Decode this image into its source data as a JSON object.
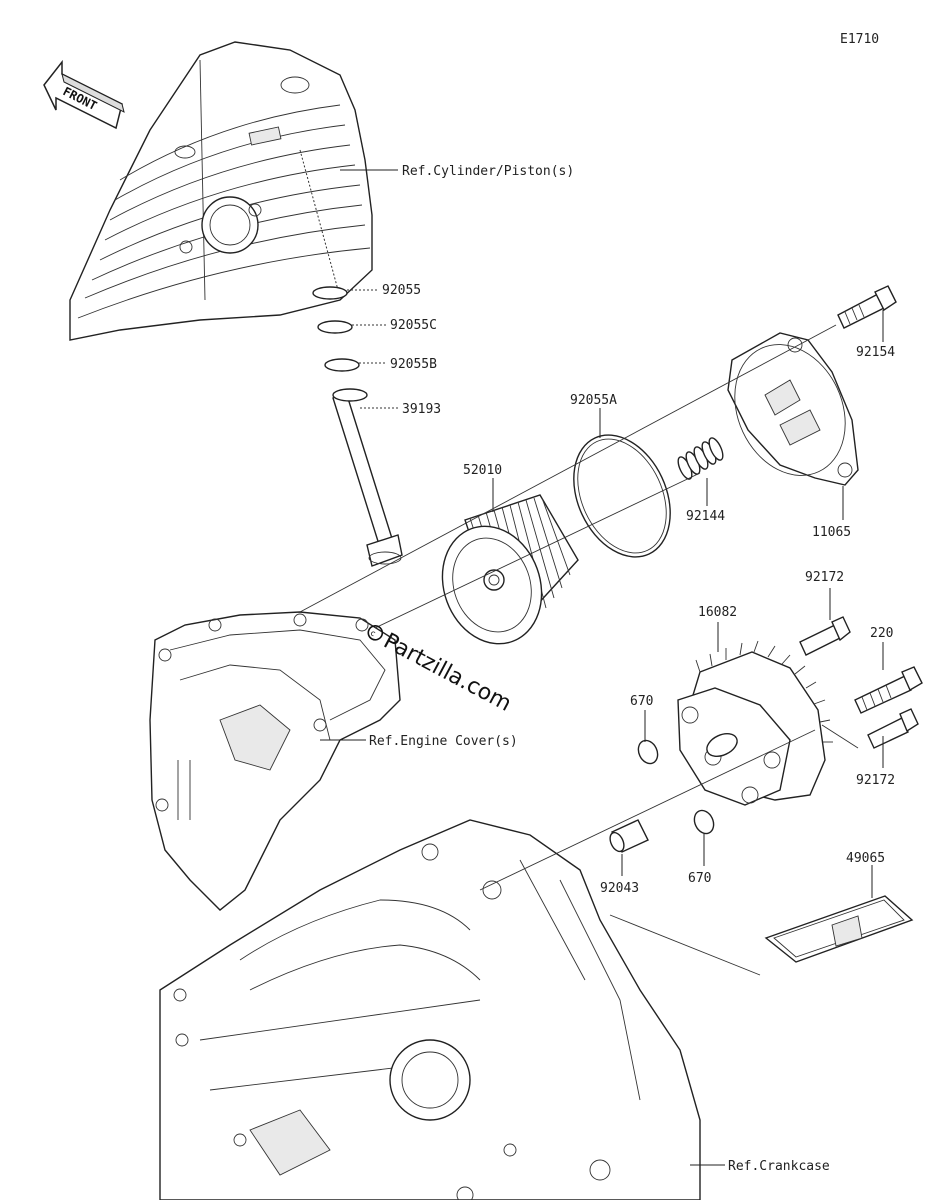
{
  "diagram_id": "E1710",
  "front_label": "FRONT",
  "watermark": "Partzilla.com",
  "refs": {
    "cylinder": "Ref.Cylinder/Piston(s)",
    "engine_cover": "Ref.Engine Cover(s)",
    "crankcase": "Ref.Crankcase"
  },
  "parts": {
    "p92055": "92055",
    "p92055C": "92055C",
    "p92055B": "92055B",
    "p39193": "39193",
    "p92055A": "92055A",
    "p52010": "52010",
    "p92154": "92154",
    "p92144": "92144",
    "p11065": "11065",
    "p92172_top": "92172",
    "p16082": "16082",
    "p220": "220",
    "p670_left": "670",
    "p92172_bottom": "92172",
    "p92043": "92043",
    "p670_bottom": "670",
    "p49065": "49065"
  }
}
